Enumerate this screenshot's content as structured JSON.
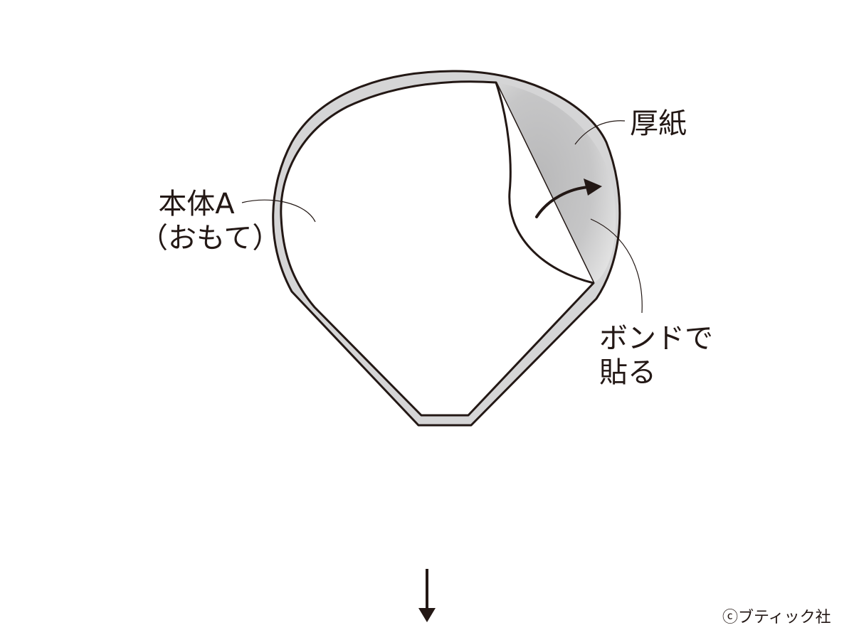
{
  "labels": {
    "body_a_line1": "本体A",
    "body_a_line2": "（おもて）",
    "cardboard": "厚紙",
    "glue_line1": "ボンドで",
    "glue_line2": "貼る"
  },
  "copyright": "ⓒブティック社",
  "colors": {
    "stroke": "#231815",
    "cardboard_fill": "#c9c9ca",
    "background": "#ffffff"
  }
}
